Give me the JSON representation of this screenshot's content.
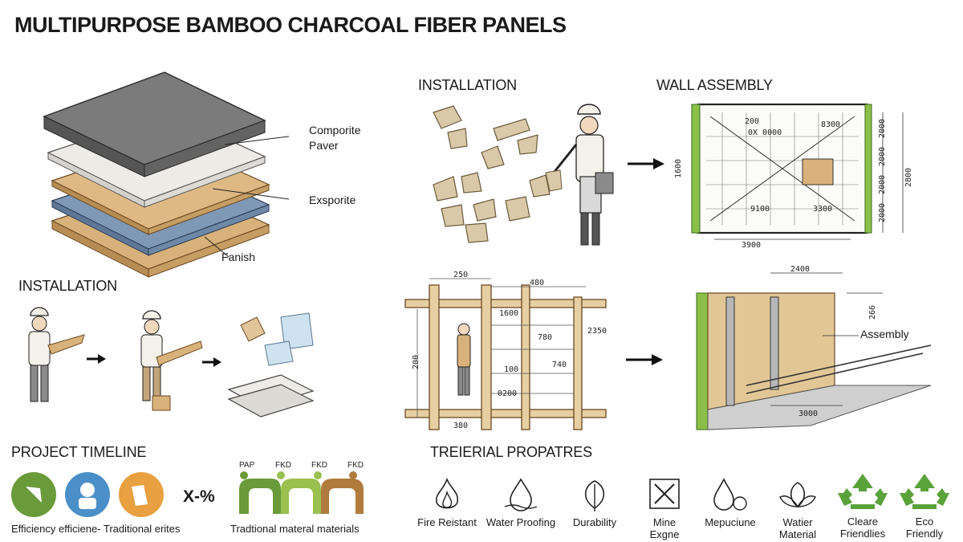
{
  "title": "MULTIPURPOSE BAMBOO CHARCOAL FIBER PANELS",
  "layers": {
    "label_1a": "Comporite",
    "label_1b": "Paver",
    "label_2": "Exsporite",
    "label_3": "Fanish"
  },
  "installation_top": {
    "heading": "INSTALLATION"
  },
  "wall_assembly": {
    "heading": "WALL ASSEMBLY",
    "dims": [
      "200",
      "1600",
      "0X 0000",
      "8300",
      "2000",
      "2000",
      "2000",
      "2000",
      "9100",
      "3300",
      "2800",
      "3900"
    ]
  },
  "installation_steps": {
    "heading": "INSTALLATION"
  },
  "frame": {
    "dims": [
      "250",
      "480",
      "1600",
      "2350",
      "780",
      "740",
      "100",
      "0200",
      "380",
      "200"
    ]
  },
  "assembly_detail": {
    "dims": [
      "2400",
      "266",
      "3000"
    ],
    "label": "Assembly"
  },
  "timeline": {
    "heading": "PROJECT TIMELINE",
    "pct": "X-%",
    "caption_left": "Efficiency efficiene- Traditional erites",
    "caption_right": "Tradtional materal materials",
    "chart_labels": [
      "PAP",
      "FKD",
      "FKD",
      "FKD"
    ],
    "colors": {
      "green": "#6a9a3a",
      "blue": "#4a8fc8",
      "orange": "#e8a040",
      "brown": "#b07c3e"
    }
  },
  "properties": {
    "heading": "TREIERIAL PROPATRES",
    "items": [
      {
        "icon": "flame-icon",
        "line1": "Fire Reistant",
        "line2": ""
      },
      {
        "icon": "water-drop-icon",
        "line1": "Water Proofing",
        "line2": ""
      },
      {
        "icon": "leaf-icon",
        "line1": "Durability",
        "line2": ""
      },
      {
        "icon": "tools-icon",
        "line1": "Mine",
        "line2": "Exgne"
      },
      {
        "icon": "drop-leaf-icon",
        "line1": "Mepuciune",
        "line2": ""
      },
      {
        "icon": "plant-icon",
        "line1": "Watier",
        "line2": "Material"
      },
      {
        "icon": "recycle-icon",
        "line1": "Cleare",
        "line2": "Friendlies"
      },
      {
        "icon": "recycle-icon-2",
        "line1": "Eco",
        "line2": "Friendly"
      }
    ]
  }
}
